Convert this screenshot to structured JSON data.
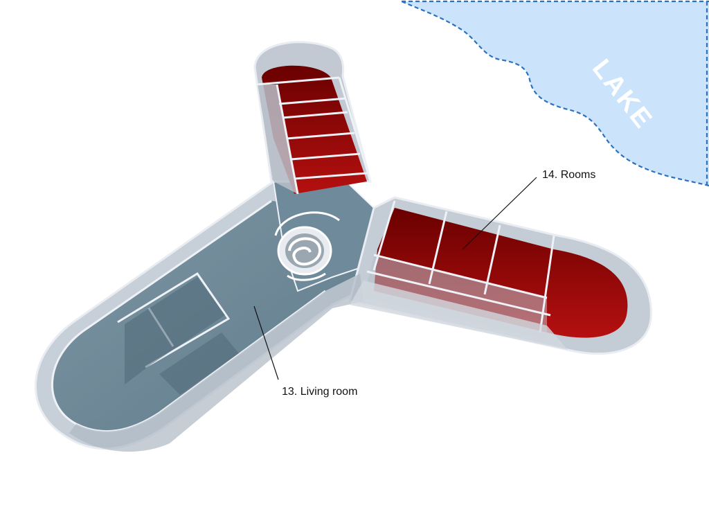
{
  "labels": {
    "rooms": "14. Rooms",
    "living_room": "13. Living room",
    "lake": "LAKE"
  },
  "colors": {
    "lake_fill": "#cce4fb",
    "lake_border": "#2a72c0",
    "room_red": "#a10a0a",
    "living_floor": "#6e8a9a",
    "glass_wall": "#c9d1db",
    "wall_edge": "#f1f4f8"
  },
  "icons": [
    "spiral-staircase-icon"
  ]
}
